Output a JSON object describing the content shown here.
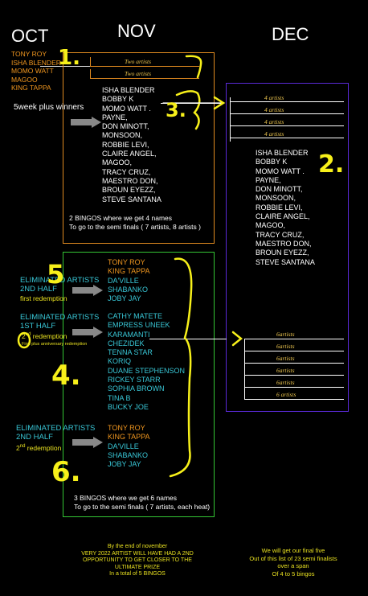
{
  "headers": {
    "oct": "OCT",
    "nov": "NOV",
    "dec": "DEC"
  },
  "oct_names": [
    "TONY ROY",
    "ISHA BLENDER",
    "MOMO WATT",
    "MAGOO",
    "KING TAPPA"
  ],
  "two_artists": [
    "Two artists",
    "Two artists"
  ],
  "five_week_label": "5week plus winners",
  "nov_winners": [
    "ISHA BLENDER",
    "BOBBY K",
    "MOMO WATT .",
    "PAYNE,",
    "DON MINOTT,",
    "MONSOON,",
    "ROBBIE LEVI,",
    "CLAIRE ANGEL,",
    "MAGOO,",
    "TRACY CRUZ,",
    "MAESTRO DON,",
    "BROUN EYEZZ,",
    "STEVE SANTANA"
  ],
  "bingo_note_1": [
    "2 BINGOS where we get 4 names",
    "To go to the semi finals  ( 7 artists, 8 artists )"
  ],
  "dec_four_artists": [
    "4 artists",
    "4 artists",
    "4 artists",
    "4 artists"
  ],
  "dec_names": [
    "ISHA BLENDER",
    "BOBBY K",
    "MOMO WATT .",
    "PAYNE,",
    "DON MINOTT,",
    "MONSOON,",
    "ROBBIE LEVI,",
    "CLAIRE ANGEL,",
    "MAGOO,",
    "TRACY CRUZ,",
    "MAESTRO DON,",
    "BROUN EYEZZ,",
    "STEVE SANTANA"
  ],
  "group1": {
    "label": [
      "ELIMINATED ARTISTS",
      "2ND HALF"
    ],
    "sub": "first redemption",
    "names_orange": [
      "TONY ROY",
      "KING TAPPA"
    ],
    "names_cyan": [
      "DA'VILLE",
      "SHABANKO",
      "JOBY JAY"
    ]
  },
  "group2": {
    "label": [
      "ELIMINATED ARTISTS",
      "1ST  HALF"
    ],
    "sub_prefix": "2",
    "sub_sup": "nd",
    "sub_suffix": " redemption",
    "sub_note": "First plus anniversary redemption",
    "names": [
      "CATHY MATETE",
      "EMPRESS UNEEK",
      "KARAMANTI",
      "CHEZIDEK",
      "TENNA STAR",
      "KORIQ",
      "DUANE STEPHENSON",
      "RICKEY STARR",
      "SOPHIA BROWN",
      "TINA B",
      "BUCKY JOE"
    ]
  },
  "group3": {
    "label": [
      "ELIMINATED ARTISTS",
      "2ND HALF"
    ],
    "sub_prefix": "2",
    "sub_sup": "nd",
    "sub_suffix": " redemption",
    "names_orange": [
      "TONY ROY",
      "KING TAPPA"
    ],
    "names_cyan": [
      "DA'VILLE",
      "SHABANKO",
      "JOBY JAY"
    ]
  },
  "dec_six_artists": [
    "6artists",
    "6artists",
    "6artists",
    "6artists",
    "6artists",
    "6 artists"
  ],
  "bingo_note_2": [
    "3 BINGOS where we get 6 names",
    "To go to the semi finals  ( 7 artists, each heat)"
  ],
  "footer_left": [
    "By the end of november",
    "VERY  2022 ARTIST WILL HAVE HAD A 2ND",
    "OPPORTUNITY TO GET CLOSER TO THE",
    "ULTIMATE PRIZE",
    "In a total of 5 BINGOS"
  ],
  "footer_right": [
    "We will get our final five",
    "Out of this list of 23 semi finalists",
    "over a span",
    "Of 4 to 5 bingos"
  ],
  "hand_numbers": [
    "1.",
    "2.",
    "3.",
    "4.",
    "5",
    "6."
  ],
  "colors": {
    "orange": "#f0961f",
    "cyan": "#39c8d8",
    "yellow": "#e8e020",
    "green_box": "#34c534",
    "purple_box": "#5a2ad8",
    "orange_box": "#e08a20"
  }
}
